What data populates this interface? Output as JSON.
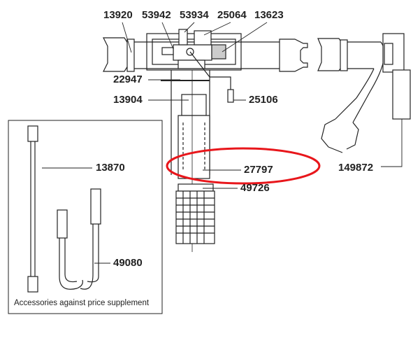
{
  "labels": {
    "p13920": "13920",
    "p53942": "53942",
    "p53934": "53934",
    "p25064": "25064",
    "p13623": "13623",
    "p22947": "22947",
    "p13904": "13904",
    "p25106": "25106",
    "p13870": "13870",
    "p27797": "27797",
    "p49726": "49726",
    "p149872": "149872",
    "p49080": "49080"
  },
  "accessories_caption": "Accessories against price supplement",
  "colors": {
    "highlight": "#e8161b",
    "line": "#222222"
  }
}
